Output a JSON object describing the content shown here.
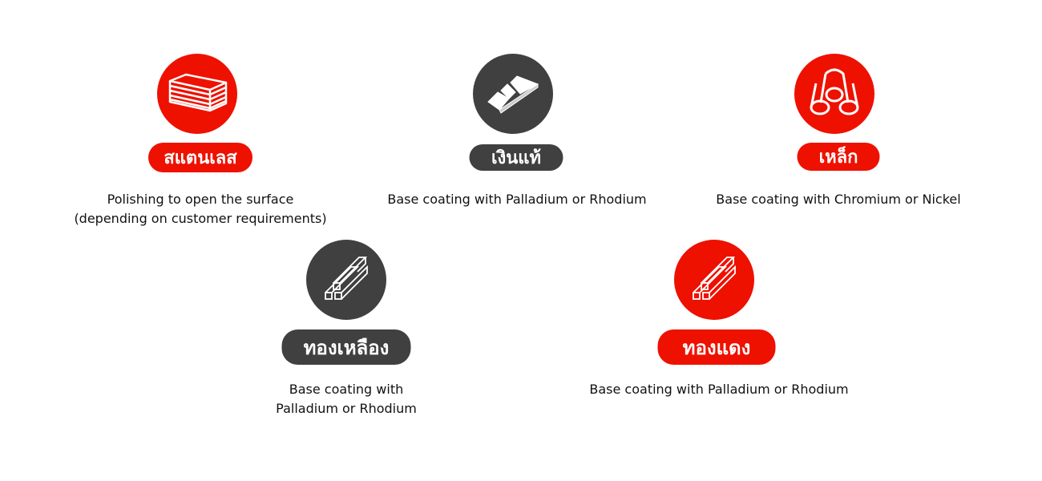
{
  "colors": {
    "red": "#ee1100",
    "dark": "#404040"
  },
  "items": [
    {
      "icon": "stacked-sheets-icon",
      "label": "สแตนเลส",
      "desc_lines": [
        "Polishing to open the surface",
        "(depending on customer requirements)"
      ]
    },
    {
      "icon": "metal-bars-icon",
      "label": "เงินแท้",
      "desc_lines": [
        "Base coating with Palladium or Rhodium"
      ]
    },
    {
      "icon": "pipes-icon",
      "label": "เหล็ก",
      "desc_lines": [
        "Base coating with Chromium or Nickel"
      ]
    },
    {
      "icon": "square-rods-icon",
      "label": "ทองเหลือง",
      "desc_lines": [
        "Base coating with",
        "Palladium or Rhodium"
      ]
    },
    {
      "icon": "square-rods-icon",
      "label": "ทองแดง",
      "desc_lines": [
        "Base coating with Palladium or Rhodium"
      ]
    }
  ]
}
